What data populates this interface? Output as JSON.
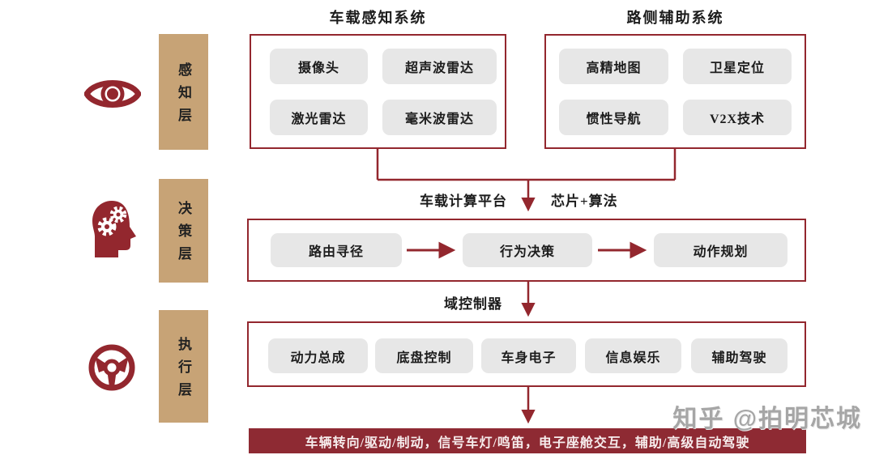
{
  "headers": {
    "left_title": "车载感知系统",
    "right_title": "路侧辅助系统"
  },
  "layers": {
    "perception": {
      "label": "感知层",
      "icon": "eye-icon"
    },
    "decision": {
      "label": "决策层",
      "icon": "head-gears-icon"
    },
    "execution": {
      "label": "执行层",
      "icon": "steering-wheel-icon"
    }
  },
  "perception_panel": {
    "items": [
      "摄像头",
      "超声波雷达",
      "激光雷达",
      "毫米波雷达"
    ]
  },
  "roadside_panel": {
    "items": [
      "高精地图",
      "卫星定位",
      "惯性导航",
      "V2X技术"
    ]
  },
  "compute_connector": {
    "left_label": "车载计算平台",
    "right_label": "芯片+算法"
  },
  "decision_panel": {
    "items": [
      "路由寻径",
      "行为决策",
      "动作规划"
    ]
  },
  "domain_connector": {
    "label": "域控制器"
  },
  "execution_panel": {
    "items": [
      "动力总成",
      "底盘控制",
      "车身电子",
      "信息娱乐",
      "辅助驾驶"
    ]
  },
  "bottom_bar": {
    "text": "车辆转向/驱动/制动，信号车灯/鸣笛，电子座舱交互，辅助/高级自动驾驶"
  },
  "watermark": {
    "text": "知乎 @拍明芯城"
  },
  "colors": {
    "accent": "#93272e",
    "bar_bg": "#8e2a33",
    "tan": "#c7a376",
    "item_bg": "#e7e7e7"
  }
}
